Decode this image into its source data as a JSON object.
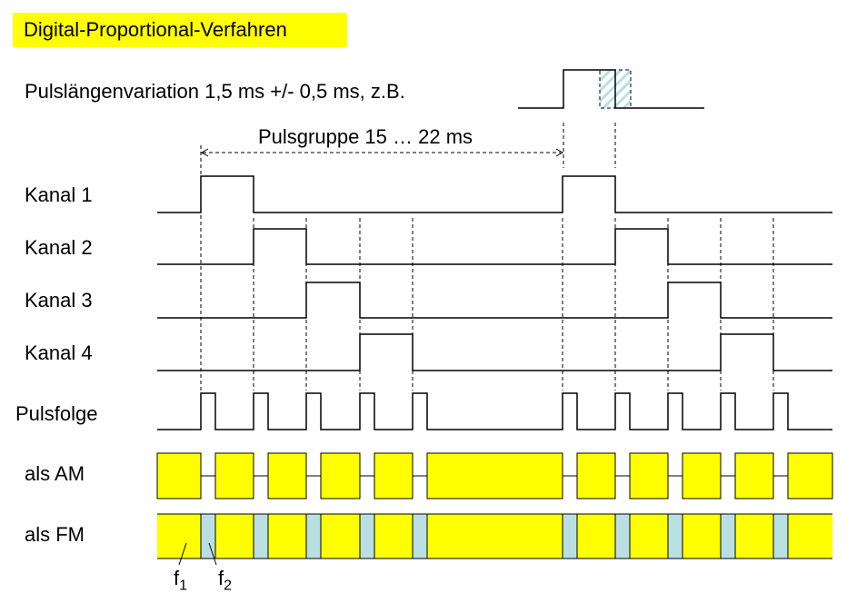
{
  "title": "Digital-Proportional-Verfahren",
  "pulse_variation_label": "Pulslängenvariation 1,5 ms +/- 0,5 ms, z.B.",
  "pulse_group_label": "Pulsgruppe 15 … 22 ms",
  "rows": [
    "Kanal 1",
    "Kanal 2",
    "Kanal 3",
    "Kanal 4",
    "Pulsfolge",
    "als AM",
    "als FM"
  ],
  "freq_labels": {
    "f1": "f",
    "f1_sub": "1",
    "f2": "f",
    "f2_sub": "2"
  },
  "colors": {
    "title_bg": "#ffff00",
    "carrier": "#ffff00",
    "f2": "#b9dfe3",
    "line": "#000000"
  }
}
